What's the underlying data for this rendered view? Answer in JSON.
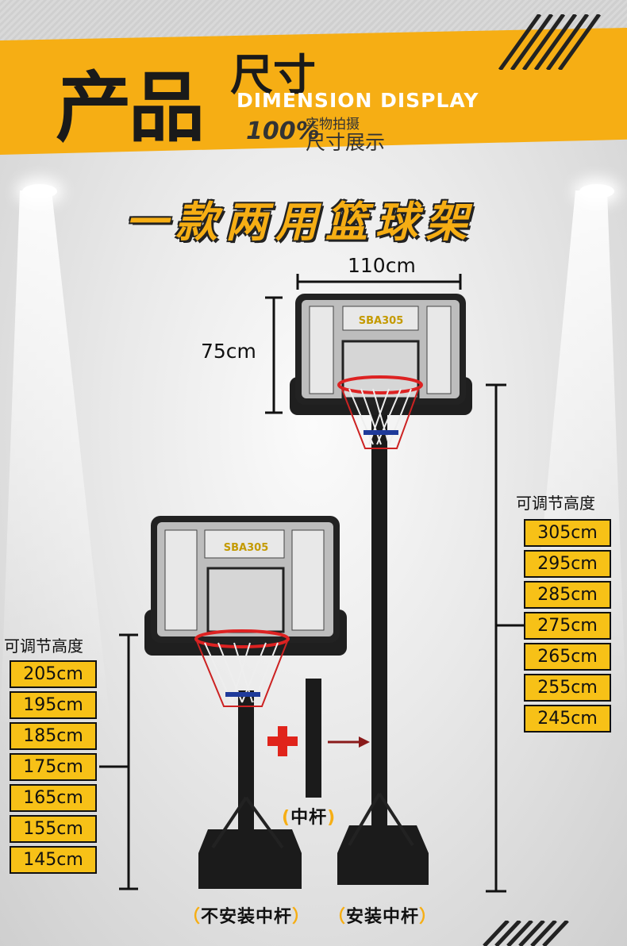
{
  "header": {
    "title_big": "产品",
    "title_small": "尺寸",
    "subtitle_en": "DIMENSION DISPLAY",
    "percent": "100%",
    "real_shot": "实物拍摄",
    "size_show": "尺寸展示"
  },
  "headline": "一款两用篮球架",
  "board_brand": "SBA305",
  "dimensions": {
    "width": "110cm",
    "height": "75cm"
  },
  "right_heights": {
    "label": "可调节高度",
    "values": [
      "305cm",
      "295cm",
      "285cm",
      "275cm",
      "265cm",
      "255cm",
      "245cm"
    ]
  },
  "left_heights": {
    "label": "可调节高度",
    "values": [
      "205cm",
      "195cm",
      "185cm",
      "175cm",
      "165cm",
      "155cm",
      "145cm"
    ]
  },
  "middle_pole_label": "中杆",
  "captions": {
    "left": "不安装中杆",
    "right": "安装中杆"
  },
  "colors": {
    "accent": "#f6ae14",
    "box": "#f7c117",
    "plus": "#e0241b"
  }
}
